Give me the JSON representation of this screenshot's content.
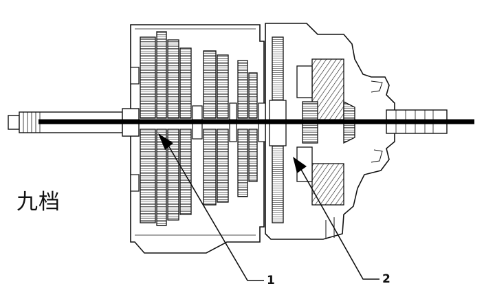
{
  "diagram": {
    "gear_label": "九档",
    "callouts": [
      "1",
      "2"
    ],
    "line_color": "#111111",
    "background": "#ffffff"
  }
}
